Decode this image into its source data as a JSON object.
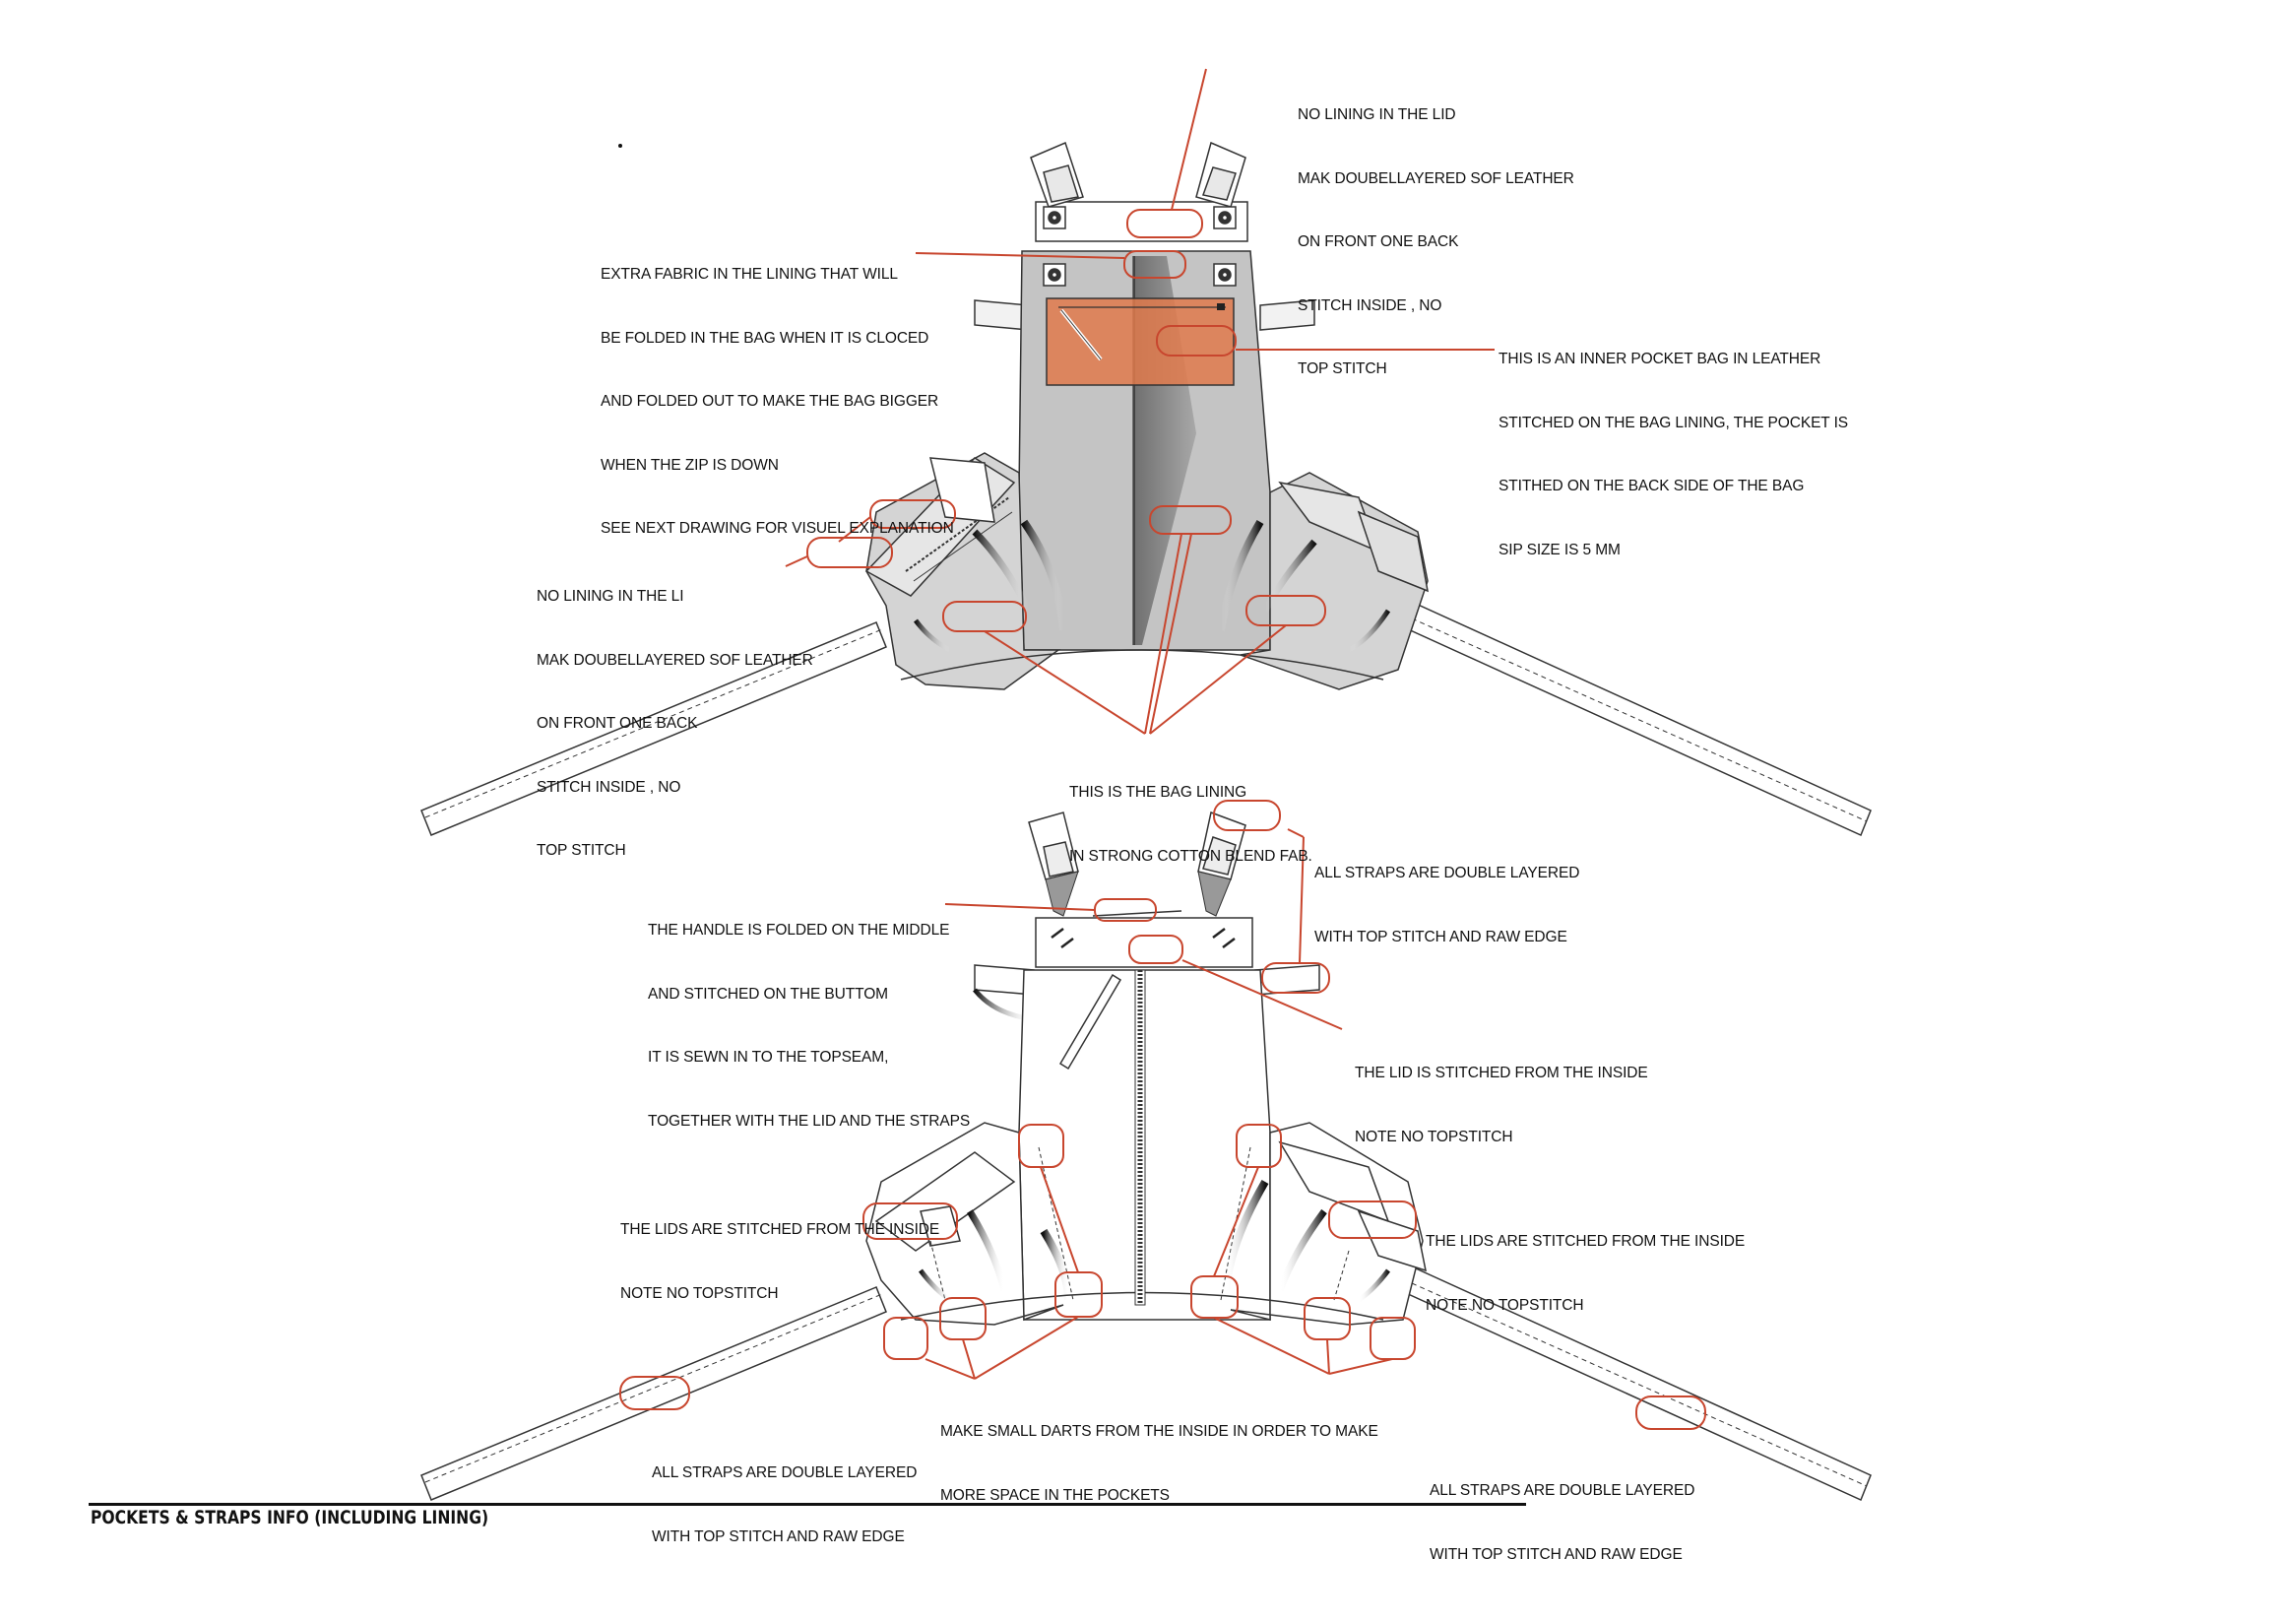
{
  "colors": {
    "callout": "#c8462e",
    "pocket_orange": "#e07a4c",
    "lining_gray": "#c4c4c4",
    "lining_dark": "#8e8e8e",
    "outline": "#333333"
  },
  "icons": [
    "snap-button-icon",
    "zipper-icon",
    "zip-pull-icon"
  ],
  "top_view": {
    "lid_note": [
      "NO LINING IN THE LID",
      "MAK DOUBELLAYERED SOF LEATHER",
      "ON FRONT ONE BACK",
      "STITCH INSIDE , NO",
      "TOP STITCH"
    ],
    "extra_fabric_note": [
      "EXTRA FABRIC IN THE LINING THAT WILL",
      "BE FOLDED IN THE BAG WHEN IT IS CLOCED",
      "AND FOLDED OUT TO MAKE THE BAG BIGGER",
      "WHEN THE ZIP IS DOWN",
      "SEE NEXT DRAWING FOR VISUEL EXPLANATION"
    ],
    "inner_pocket_note": [
      "THIS IS AN INNER POCKET BAG IN LEATHER",
      "STITCHED ON THE BAG LINING, THE POCKET IS",
      "STITHED ON THE BACK SIDE OF THE BAG",
      "SIP SIZE IS 5 MM"
    ],
    "side_lid_note": [
      "NO LINING IN THE LI",
      "MAK DOUBELLAYERED SOF LEATHER",
      "ON FRONT ONE BACK",
      "STITCH INSIDE , NO",
      "TOP STITCH"
    ],
    "lining_note": [
      "THIS IS THE BAG LINING",
      "IN STRONG COTTON BLEND FAB."
    ]
  },
  "bottom_view": {
    "straps_note_top": [
      "ALL STRAPS ARE DOUBLE LAYERED",
      "WITH TOP STITCH AND RAW EDGE"
    ],
    "handle_note": [
      "THE HANDLE IS FOLDED ON THE MIDDLE",
      "AND STITCHED ON THE BUTTOM",
      "IT IS SEWN IN TO THE TOPSEAM,",
      "TOGETHER WITH THE LID AND THE STRAPS"
    ],
    "lid_inside_note": [
      "THE LID IS STITCHED FROM THE INSIDE",
      "NOTE NO TOPSTITCH"
    ],
    "lids_left_note": [
      "THE LIDS ARE STITCHED FROM THE INSIDE",
      "NOTE NO TOPSTITCH"
    ],
    "lids_right_note": [
      "THE LIDS ARE STITCHED FROM THE INSIDE",
      "NOTE NO TOPSTITCH"
    ],
    "darts_note": [
      "MAKE SMALL DARTS FROM THE INSIDE IN ORDER TO MAKE",
      "MORE SPACE IN THE POCKETS"
    ],
    "straps_note_left": [
      "ALL STRAPS ARE DOUBLE LAYERED",
      "WITH TOP STITCH AND RAW EDGE"
    ],
    "straps_note_right": [
      "ALL STRAPS ARE DOUBLE LAYERED",
      "WITH TOP STITCH AND RAW EDGE"
    ]
  },
  "footer": {
    "title": "POCKETS & STRAPS INFO (INCLUDING LINING)"
  }
}
